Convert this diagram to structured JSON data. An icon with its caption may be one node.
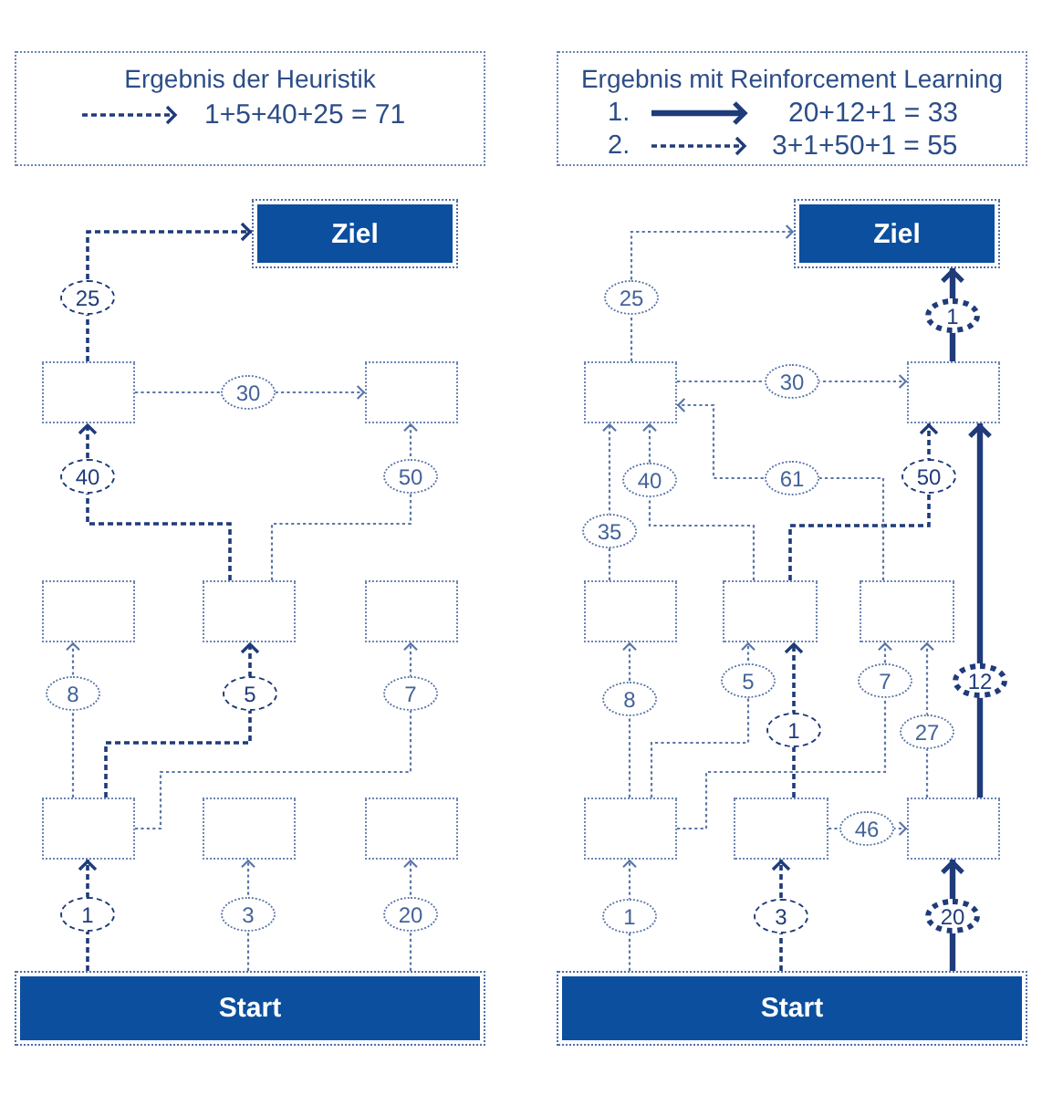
{
  "diagram": {
    "nodes": [
      {
        "text": [
          "Ziel"
        ]
      },
      {
        "text": [],
        "shape": "box"
      },
      {
        "text": [],
        "shape": "box"
      },
      {
        "text": [],
        "shape": "box"
      },
      {
        "text": [],
        "shape": "box"
      },
      {
        "text": [],
        "shape": "box"
      },
      {
        "text": [],
        "shape": "box"
      },
      {
        "text": [],
        "shape": "box"
      },
      {
        "text": [],
        "shape": "box"
      },
      {
        "text": [
          "Start"
        ]
      },
      {
        "text": [
          "Ziel"
        ]
      },
      {
        "text": [],
        "shape": "box"
      },
      {
        "text": [],
        "shape": "box"
      },
      {
        "text": [],
        "shape": "box"
      },
      {
        "text": [],
        "shape": "box"
      },
      {
        "text": [],
        "shape": "box"
      },
      {
        "text": [],
        "shape": "box"
      },
      {
        "text": [],
        "shape": "box"
      },
      {
        "text": [],
        "shape": "box"
      },
      {
        "text": [
          "Start"
        ]
      }
    ],
    "edges": [
      {
        "from": 9,
        "to": 6,
        "arrow": "to",
        "label": "1",
        "style": "dashed",
        "color": "#1f3b7a"
      },
      {
        "from": 9,
        "to": 7,
        "arrow": "to",
        "label": "3",
        "style": "dashed"
      },
      {
        "from": 9,
        "to": 8,
        "arrow": "to",
        "label": "20",
        "style": "dashed"
      },
      {
        "from": 6,
        "to": 3,
        "arrow": "to",
        "label": "8",
        "style": "dashed"
      },
      {
        "from": 6,
        "to": 4,
        "arrow": "to",
        "label": "5",
        "style": "dashed",
        "color": "#1f3b7a"
      },
      {
        "from": 6,
        "to": 5,
        "arrow": "to",
        "label": "7",
        "style": "dashed"
      },
      {
        "from": 4,
        "to": 1,
        "arrow": "to",
        "label": "40",
        "style": "dashed",
        "color": "#1f3b7a"
      },
      {
        "from": 4,
        "to": 2,
        "arrow": "to",
        "label": "50",
        "style": "dashed"
      },
      {
        "from": 1,
        "to": 2,
        "arrow": "to",
        "label": "30",
        "style": "dashed"
      },
      {
        "from": 1,
        "to": 0,
        "arrow": "to",
        "label": "25",
        "style": "dashed",
        "color": "#1f3b7a"
      },
      {
        "from": 19,
        "to": 16,
        "arrow": "to",
        "label": "1",
        "style": "dashed"
      },
      {
        "from": 19,
        "to": 17,
        "arrow": "to",
        "label": "3",
        "style": "dashed",
        "color": "#1f3b7a"
      },
      {
        "from": 19,
        "to": 18,
        "arrow": "to",
        "label": "20",
        "style": "thick",
        "color": "#1f3b7a"
      },
      {
        "from": 17,
        "to": 18,
        "arrow": "to",
        "label": "46",
        "style": "dashed"
      },
      {
        "from": 16,
        "to": 13,
        "arrow": "to",
        "label": "8",
        "style": "dashed"
      },
      {
        "from": 16,
        "to": 14,
        "arrow": "to",
        "label": "5",
        "style": "dashed"
      },
      {
        "from": 16,
        "to": 15,
        "arrow": "to",
        "label": "7",
        "style": "dashed"
      },
      {
        "from": 17,
        "to": 14,
        "arrow": "to",
        "label": "1",
        "style": "dashed",
        "color": "#1f3b7a"
      },
      {
        "from": 18,
        "to": 15,
        "arrow": "to",
        "label": "27",
        "style": "dashed"
      },
      {
        "from": 18,
        "to": 12,
        "arrow": "to",
        "label": "12",
        "style": "thick",
        "color": "#1f3b7a"
      },
      {
        "from": 13,
        "to": 11,
        "arrow": "to",
        "label": "35",
        "style": "dashed"
      },
      {
        "from": 14,
        "to": 11,
        "arrow": "to",
        "label": "40",
        "style": "dashed"
      },
      {
        "from": 14,
        "to": 12,
        "arrow": "to",
        "label": "50",
        "style": "dashed",
        "color": "#1f3b7a"
      },
      {
        "from": 15,
        "to": 11,
        "arrow": "to",
        "label": "61",
        "style": "dashed"
      },
      {
        "from": 11,
        "to": 12,
        "arrow": "to",
        "label": "30",
        "style": "dashed"
      },
      {
        "from": 11,
        "to": 10,
        "arrow": "to",
        "label": "25",
        "style": "dashed"
      },
      {
        "from": 12,
        "to": 10,
        "arrow": "to",
        "label": "1",
        "style": "thick",
        "color": "#1f3b7a"
      }
    ],
    "labels": [
      "Ergebnis der Heuristik",
      "Ergebnis mit Reinforcement Learning",
      "1.",
      "2."
    ],
    "legend": [
      {
        "text": "1+5+40+25 = 71"
      },
      {
        "text": "20+12+1 = 33"
      },
      {
        "text": "3+1+50+1 = 55"
      }
    ]
  }
}
